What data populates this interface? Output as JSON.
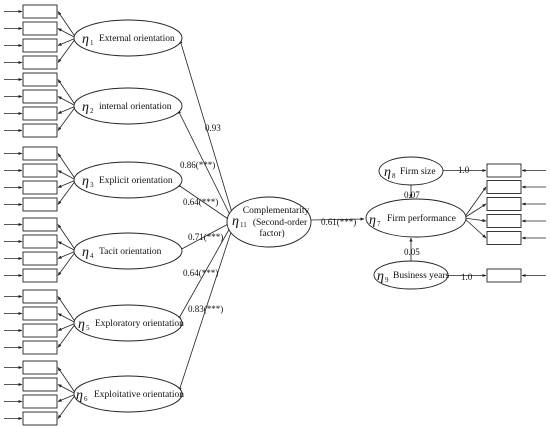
{
  "eta_symbol": "η",
  "first_order_factors": [
    {
      "sub": "1",
      "label": "External orientation"
    },
    {
      "sub": "2",
      "label": "internal orientation"
    },
    {
      "sub": "3",
      "label": "Explicit  orientation"
    },
    {
      "sub": "4",
      "label": "Tacit  orientation"
    },
    {
      "sub": "5",
      "label": "Exploratory orientation"
    },
    {
      "sub": "6",
      "label": "Exploitative  orientation"
    }
  ],
  "second_order": {
    "sub": "11",
    "lines": [
      "Complementarity",
      "(Second-order",
      "factor)"
    ]
  },
  "loadings": [
    "0.93",
    "0.86(***)",
    "0.64(***)",
    "0.71(***)",
    "0.64(***)",
    "0.83(***)"
  ],
  "firm_performance": {
    "sub": "7",
    "label": "Firm performance"
  },
  "firm_size": {
    "sub": "8",
    "label": "Firm size"
  },
  "business_years": {
    "sub": "9",
    "label": "Business years"
  },
  "paths": {
    "complementarity_to_performance": "0.61(***)",
    "size_to_performance": "0.07",
    "years_to_performance": "0.05",
    "size_indicator": "1.0",
    "years_indicator": "1.0"
  }
}
